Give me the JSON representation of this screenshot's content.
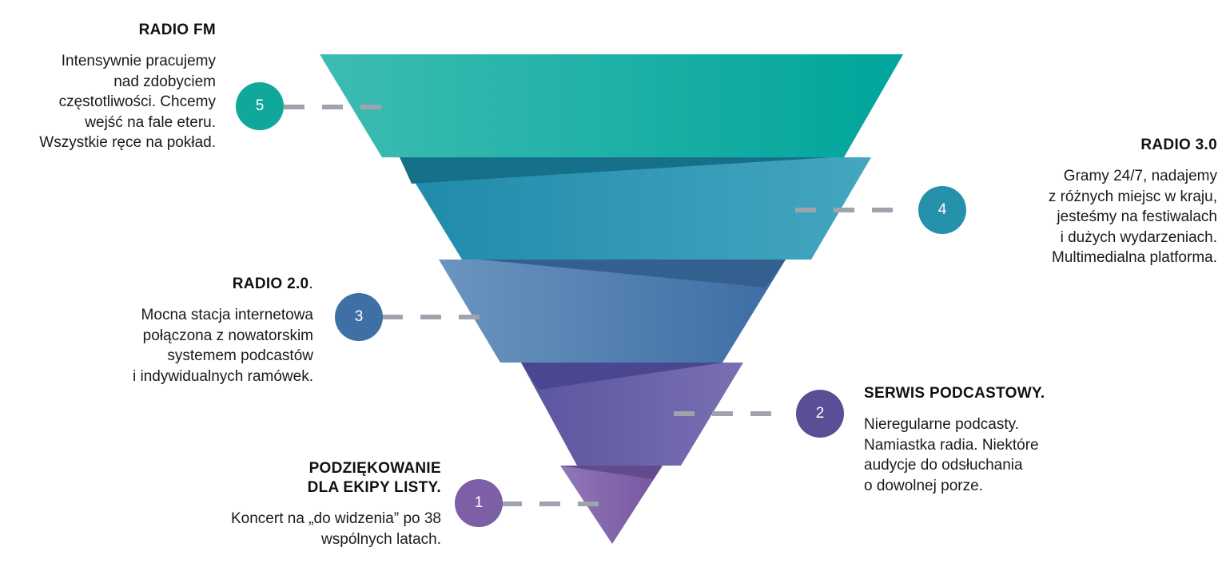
{
  "levels": [
    {
      "number": "1",
      "title_line1": "PODZIĘKOWANIE",
      "title_line2": "DLA EKIPY LISTY.",
      "desc_lines": [
        "Koncert na „do widzenia” po 38",
        "wspólnych latach."
      ],
      "color": "#7c5fa6"
    },
    {
      "number": "2",
      "title": "SERWIS PODCASTOWY.",
      "desc_lines": [
        "Nieregularne podcasty.",
        "Namiastka radia. Niektóre",
        "audycje do odsłuchania",
        "o dowolnej porze."
      ],
      "color": "#5a4e97"
    },
    {
      "number": "3",
      "title": "RADIO 2.0",
      "title_suffix": ".",
      "desc_lines": [
        "Mocna stacja internetowa",
        "połączona z nowatorskim",
        "systemem podcastów",
        "i indywidualnych ramówek."
      ],
      "color": "#3e6fa5"
    },
    {
      "number": "4",
      "title": "RADIO 3.0",
      "desc_lines": [
        "Gramy 24/7, nadajemy",
        "z różnych miejsc w kraju,",
        "jesteśmy na festiwalach",
        "i dużych wydarzeniach.",
        "Multimedialna platforma."
      ],
      "color": "#2691aa"
    },
    {
      "number": "5",
      "title": "RADIO FM",
      "desc_lines": [
        "Intensywnie pracujemy",
        "nad zdobyciem",
        "częstotliwości. Chcemy",
        "wejść na fale eteru.",
        "Wszystkie ręce na pokład."
      ],
      "color": "#10a89b"
    }
  ]
}
